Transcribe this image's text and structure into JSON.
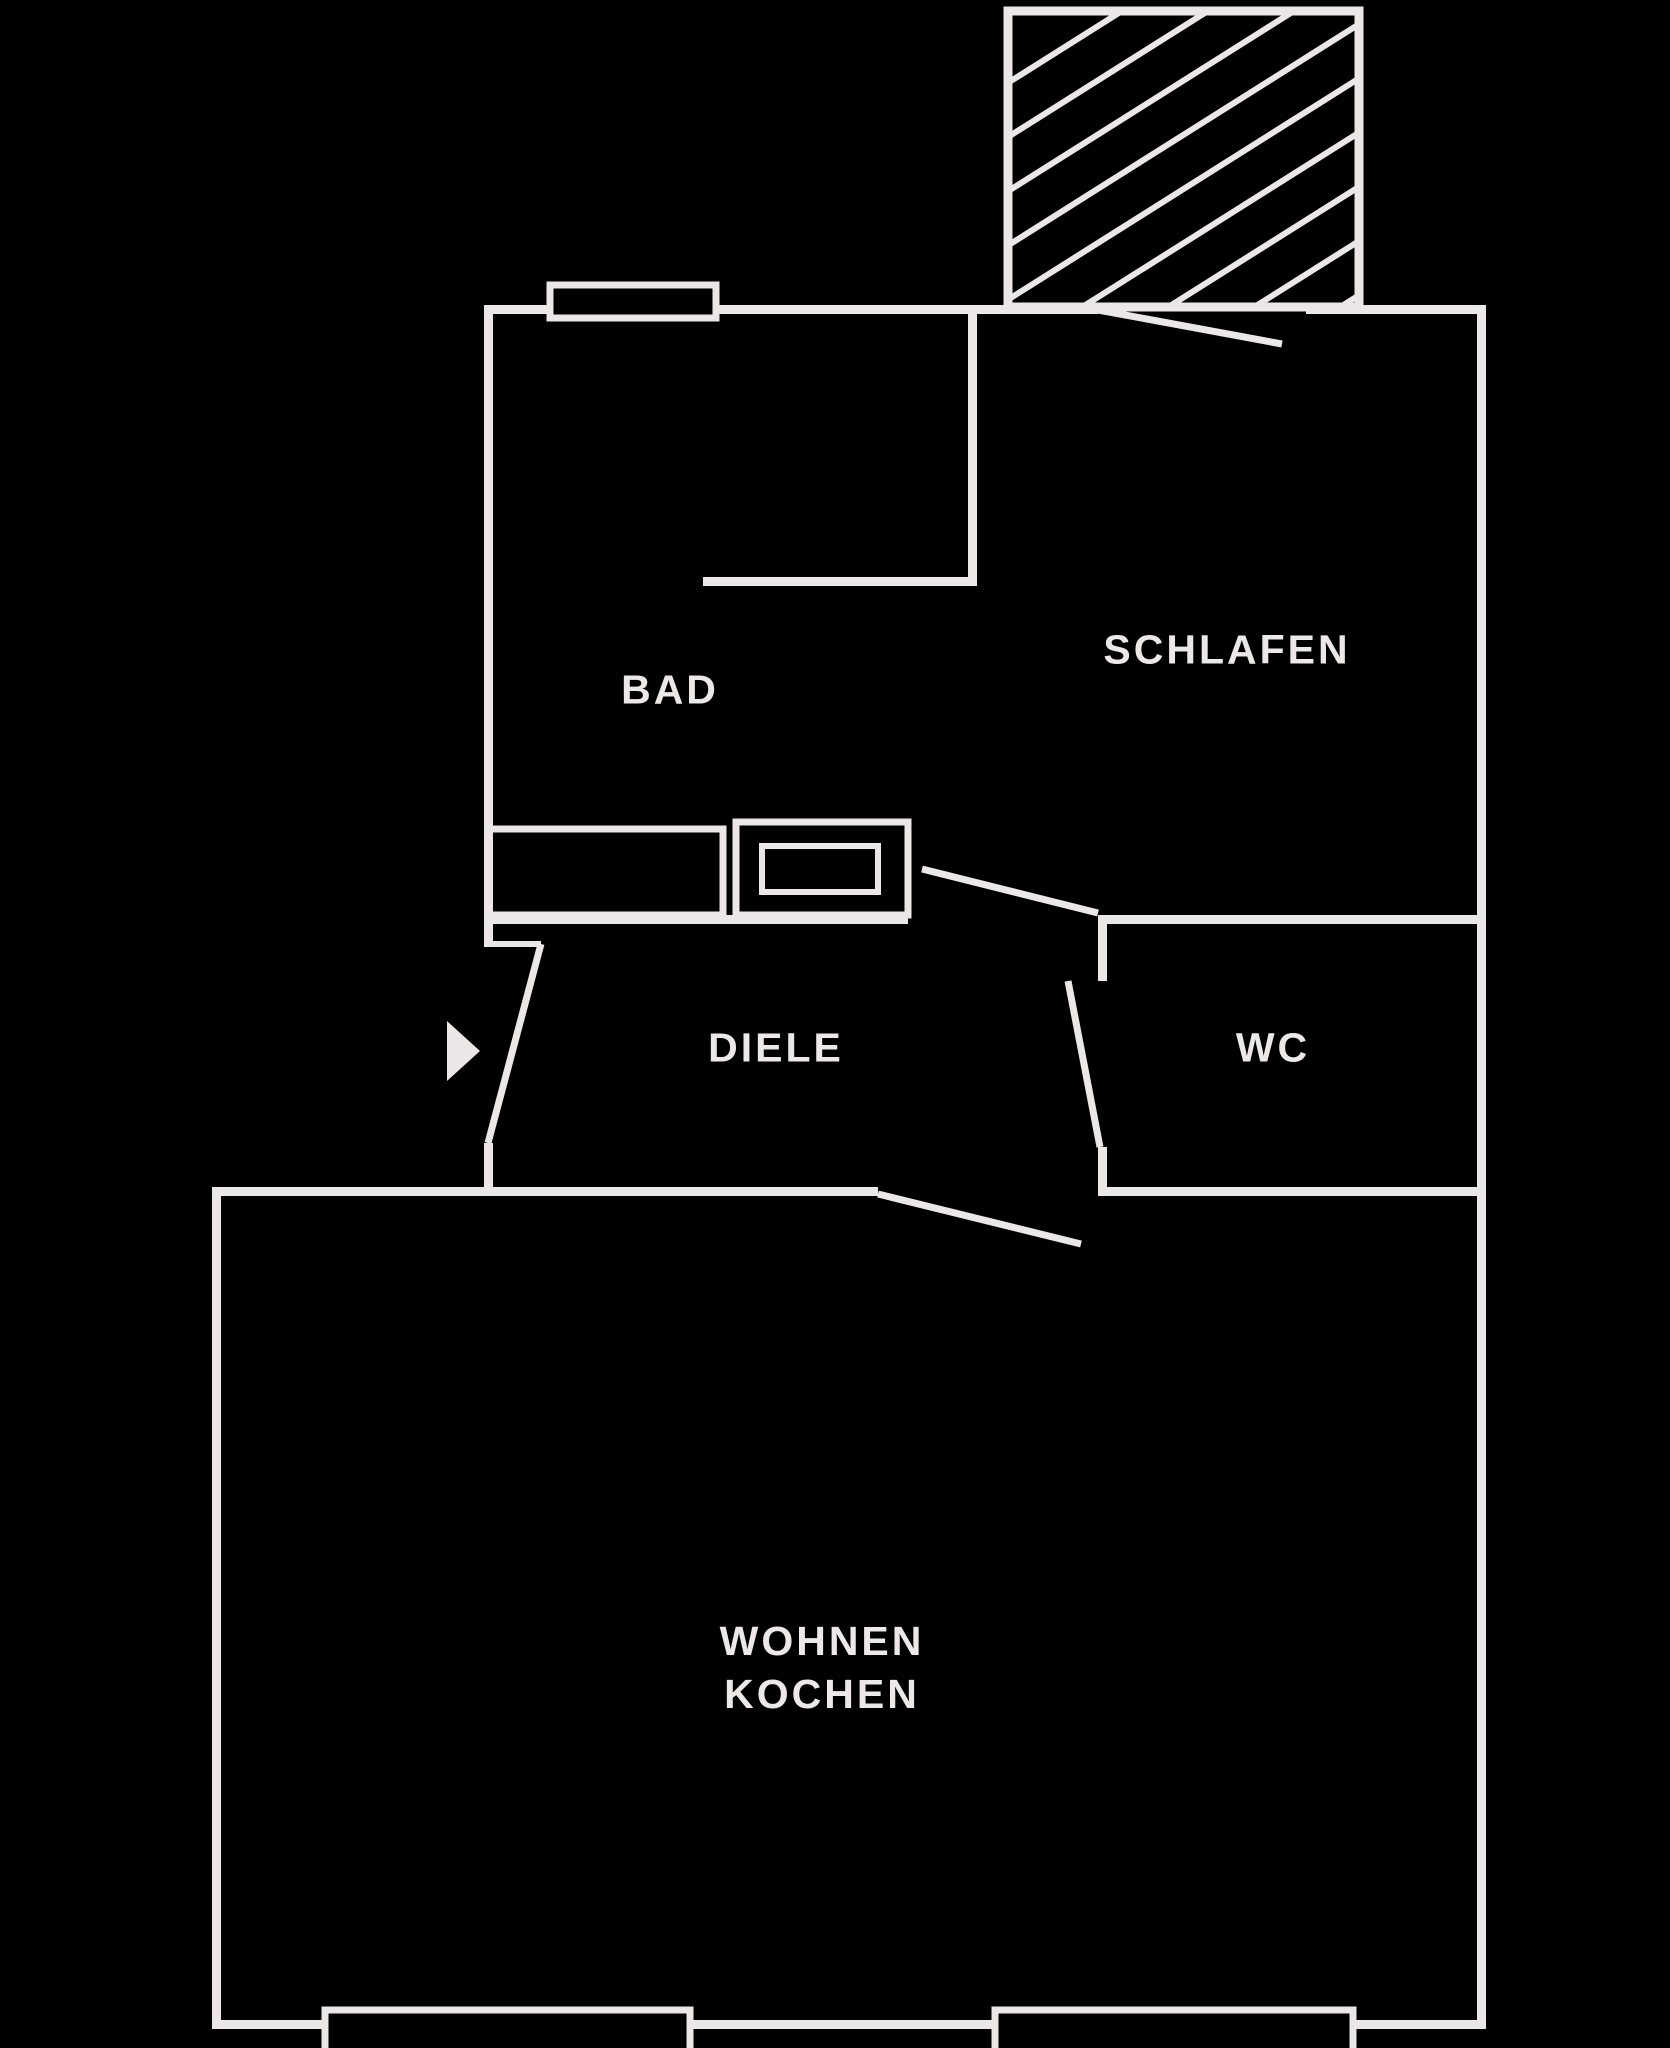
{
  "colors": {
    "background": "#000000",
    "line": "#eae7e6",
    "text": "#ebe8e7"
  },
  "icons": {
    "entrance_arrow": "filled-right-triangle"
  },
  "rooms": {
    "bad": {
      "label": "BAD"
    },
    "schlafen": {
      "label": "SCHLAFEN"
    },
    "diele": {
      "label": "DIELE"
    },
    "wc": {
      "label": "WC"
    },
    "wohnen_kochen": {
      "label_line1": "WOHNEN",
      "label_line2": "KOCHEN"
    }
  }
}
